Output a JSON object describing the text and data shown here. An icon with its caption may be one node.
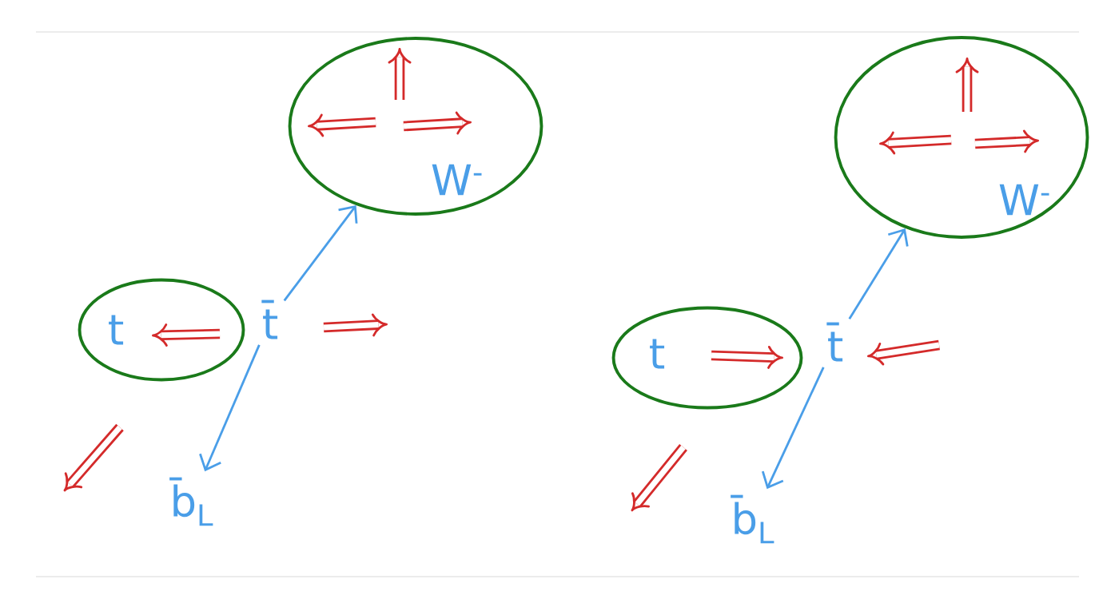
{
  "diagram": {
    "nodes": [
      {
        "text": [
          "W$^{-}$"
        ]
      },
      {
        "text": [
          "t"
        ]
      },
      {
        "text": [
          "t̄"
        ]
      },
      {
        "text": [
          "b̄$_{L}$"
        ]
      },
      {
        "text": [
          "W$^{-}$"
        ]
      },
      {
        "text": [
          "t"
        ]
      },
      {
        "text": [
          "t̄"
        ]
      },
      {
        "text": [
          "b̄$_{L}$"
        ]
      }
    ],
    "edges": [
      {
        "from": 2,
        "to": 0,
        "arrow": "to"
      },
      {
        "from": 2,
        "to": 3,
        "arrow": "to"
      },
      {
        "from": 6,
        "to": 4,
        "arrow": "to"
      },
      {
        "from": 6,
        "to": 7,
        "arrow": "to"
      }
    ]
  }
}
